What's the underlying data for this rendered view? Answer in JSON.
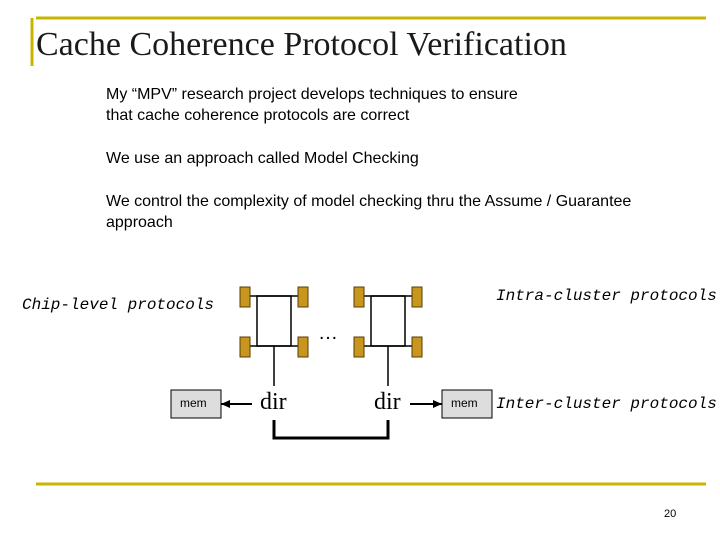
{
  "slide": {
    "title": "Cache Coherence Protocol Verification",
    "paragraphs": [
      {
        "lines": [
          "My “MPV” research project develops techniques to ensure",
          "that cache coherence protocols are correct"
        ]
      },
      {
        "lines": [
          "We use an approach called Model Checking"
        ]
      },
      {
        "lines": [
          "We control the complexity of model checking thru the Assume / Guarantee",
          "approach"
        ]
      }
    ],
    "page_number": "20"
  },
  "diagram": {
    "labels": {
      "chip_level": "Chip-level protocols",
      "intra_cluster": "Intra-cluster protocols",
      "inter_cluster": "Inter-cluster protocols",
      "ellipsis": "…"
    },
    "dir_left": "dir",
    "dir_right": "dir",
    "mem_left": "mem",
    "mem_right": "mem"
  },
  "colors": {
    "accent_line": "#c8b400",
    "processor_fill": "#c8961e",
    "processor_stroke": "#5a3c00",
    "mem_fill": "#dddddd"
  }
}
